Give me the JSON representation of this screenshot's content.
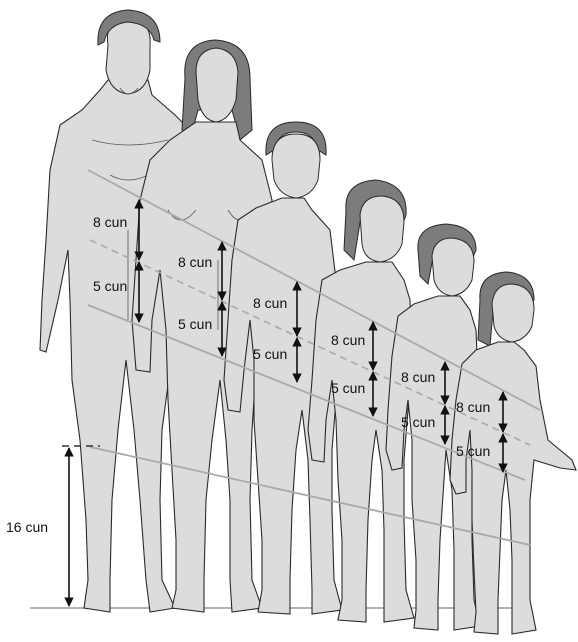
{
  "labels": {
    "man_upper": "8 cun",
    "man_lower": "5 cun",
    "woman_upper": "8 cun",
    "woman_lower": "5 cun",
    "teen_upper": "8 cun",
    "teen_lower": "5 cun",
    "boy_upper": "8 cun",
    "boy_lower": "5 cun",
    "child_upper": "8 cun",
    "child_lower": "5 cun",
    "toddler_upper": "8 cun",
    "toddler_lower": "5 cun",
    "leg": "16 cun"
  },
  "colors": {
    "skin": "#dcdcdc",
    "hair": "#7c7c7c",
    "outline": "#2a2a2a",
    "guide_lines": "#a9a9a9",
    "arrows": "#111111"
  }
}
